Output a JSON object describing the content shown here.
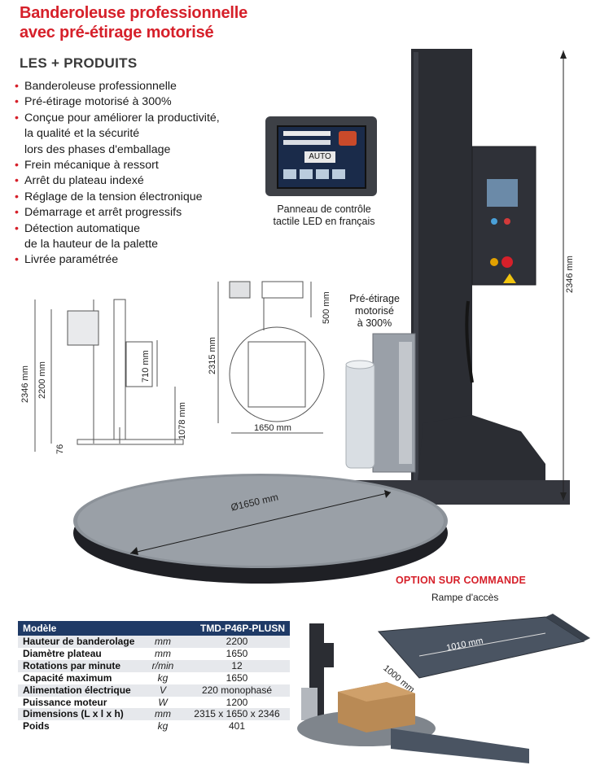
{
  "title": {
    "line1": "Banderoleuse professionnelle",
    "line2": "avec pré-étirage motorisé"
  },
  "features": {
    "heading": "LES + PRODUITS",
    "items": [
      [
        "Banderoleuse professionnelle"
      ],
      [
        "Pré-étirage motorisé à 300%"
      ],
      [
        "Conçue pour améliorer la productivité,",
        "la qualité et la sécurité",
        "lors des phases d'emballage"
      ],
      [
        "Frein mécanique à ressort"
      ],
      [
        "Arrêt du plateau indexé"
      ],
      [
        "Réglage de la tension électronique"
      ],
      [
        "Démarrage et arrêt progressifs"
      ],
      [
        "Détection automatique",
        "de la hauteur de la palette"
      ],
      [
        "Livrée paramétrée"
      ]
    ]
  },
  "control_panel": {
    "screen_button": "AUTO",
    "caption_line1": "Panneau de contrôle",
    "caption_line2": "tactile LED en français"
  },
  "prestretch": {
    "line1": "Pré-étirage",
    "line2": "motorisé",
    "line3": "à 300%"
  },
  "dimensions": {
    "side_total": "2346 mm",
    "side_mast": "2200 mm",
    "side_carriage": "710 mm",
    "side_lower": "1078 mm",
    "side_base": "76",
    "top_depth": "2315 mm",
    "top_arm": "500 mm",
    "top_width": "1650 mm",
    "photo_height": "2346 mm",
    "turntable_diameter": "Ø1650 mm"
  },
  "option": {
    "title": "OPTION SUR COMMANDE",
    "subtitle": "Rampe d'accès",
    "length": "1010 mm",
    "width": "1000 mm"
  },
  "spec_table": {
    "header_label": "Modèle",
    "header_model": "TMD-P46P-PLUSN",
    "rows": [
      {
        "label": "Hauteur de banderolage",
        "unit": "mm",
        "value": "2200"
      },
      {
        "label": "Diamètre plateau",
        "unit": "mm",
        "value": "1650"
      },
      {
        "label": "Rotations par minute",
        "unit": "r/min",
        "value": "12"
      },
      {
        "label": "Capacité maximum",
        "unit": "kg",
        "value": "1650"
      },
      {
        "label": "Alimentation électrique",
        "unit": "V",
        "value": "220 monophasé"
      },
      {
        "label": "Puissance moteur",
        "unit": "W",
        "value": "1200"
      },
      {
        "label": "Dimensions (L x l x h)",
        "unit": "mm",
        "value": "2315 x 1650 x 2346"
      },
      {
        "label": "Poids",
        "unit": "kg",
        "value": "401"
      }
    ]
  },
  "colors": {
    "accent": "#d6202a",
    "table_header": "#1f3a66",
    "machine": "#2b2d33"
  }
}
